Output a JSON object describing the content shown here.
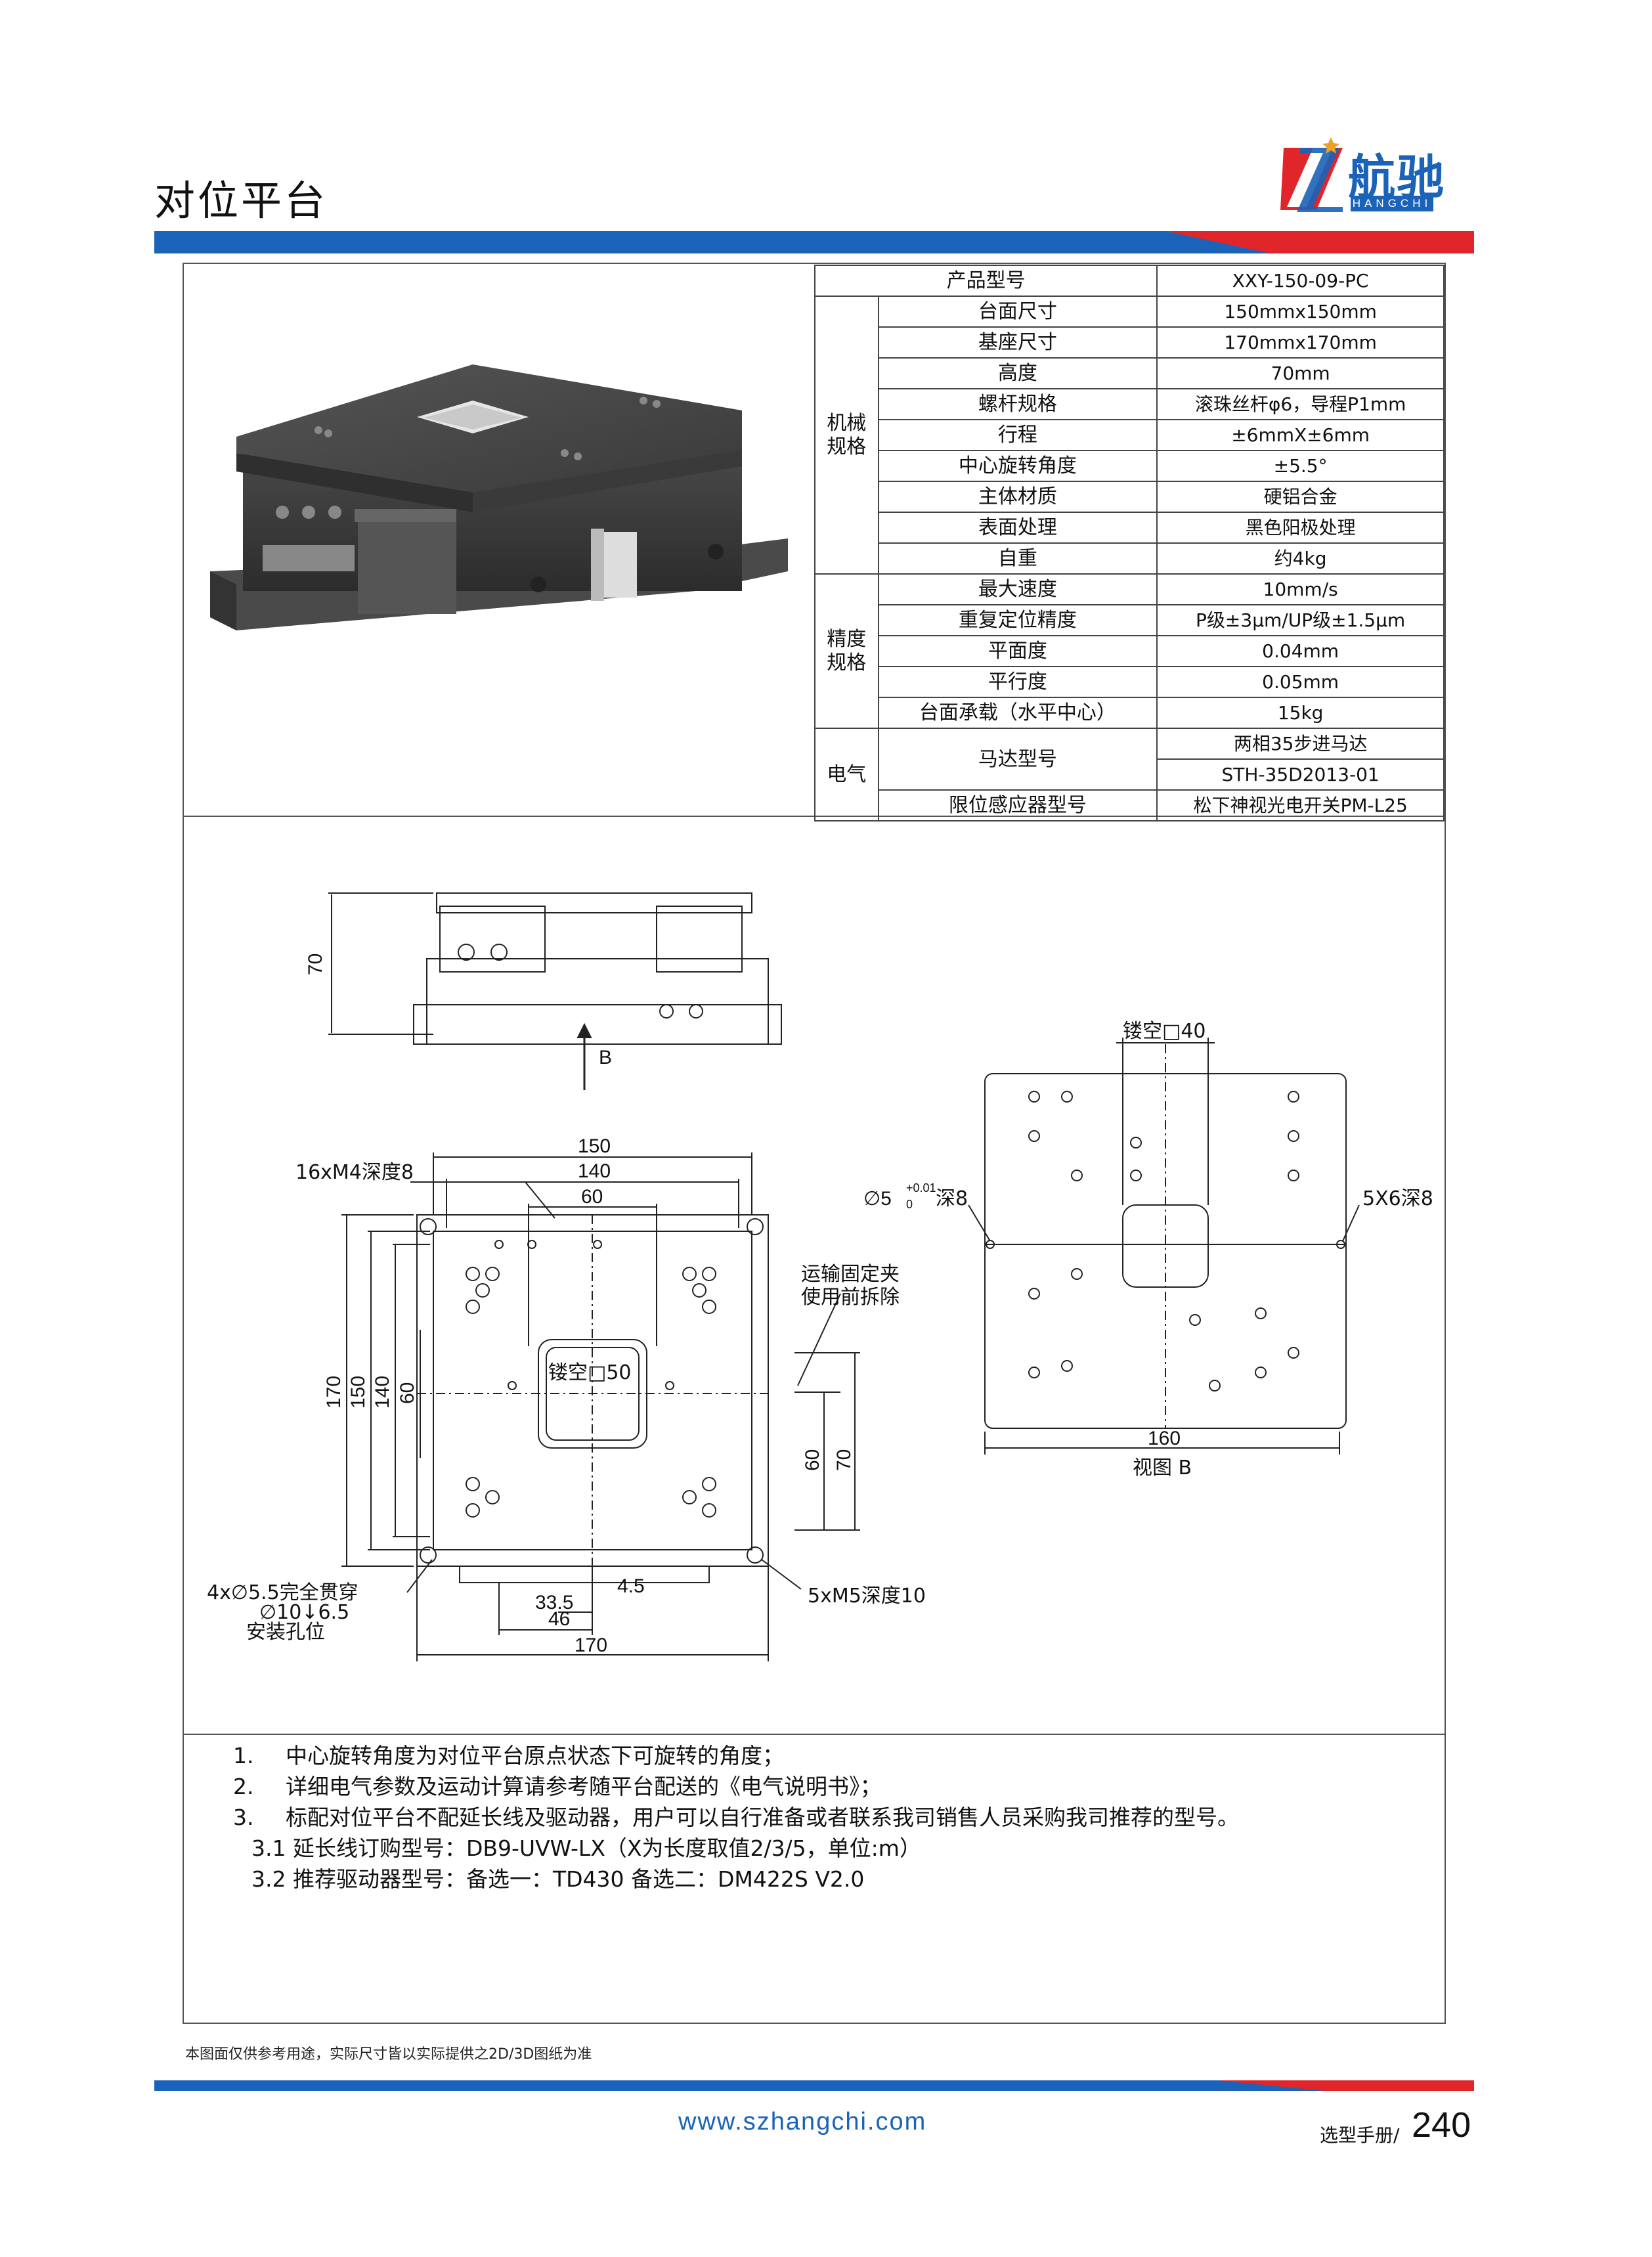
{
  "header": {
    "title": "对位平台",
    "brand_cn": "航驰",
    "brand_en": "HANGCHI"
  },
  "spec_table": {
    "header": {
      "label": "产品型号",
      "value": "XXY-150-09-PC"
    },
    "groups": [
      {
        "name": "机械\n规格",
        "rows": [
          {
            "param": "台面尺寸",
            "value": "150mmx150mm"
          },
          {
            "param": "基座尺寸",
            "value": "170mmx170mm"
          },
          {
            "param": "高度",
            "value": "70mm"
          },
          {
            "param": "螺杆规格",
            "value": "滚珠丝杆φ6，导程P1mm"
          },
          {
            "param": "行程",
            "value": "±6mmX±6mm"
          },
          {
            "param": "中心旋转角度",
            "value": "±5.5°"
          },
          {
            "param": "主体材质",
            "value": "硬铝合金"
          },
          {
            "param": "表面处理",
            "value": "黑色阳极处理"
          },
          {
            "param": "自重",
            "value": "约4kg"
          }
        ]
      },
      {
        "name": "精度\n规格",
        "rows": [
          {
            "param": "最大速度",
            "value": "10mm/s"
          },
          {
            "param": "重复定位精度",
            "value": "P级±3μm/UP级±1.5μm"
          },
          {
            "param": "平面度",
            "value": "0.04mm"
          },
          {
            "param": "平行度",
            "value": "0.05mm"
          },
          {
            "param": "台面承载（水平中心）",
            "value": "15kg"
          }
        ]
      },
      {
        "name": "电气",
        "rows": [
          {
            "param": "马达型号",
            "value": "两相35步进马达",
            "value2": "STH-35D2013-01"
          },
          {
            "param": "限位感应器型号",
            "value": "松下神视光电开关PM-L25"
          }
        ]
      }
    ]
  },
  "drawing": {
    "dim_70": "70",
    "arrow_b": "B",
    "tap_label": "16xM4深度8",
    "dim_150_top": "150",
    "dim_140_top": "140",
    "dim_60_top": "60",
    "dim_170_v": "170",
    "dim_150_v": "150",
    "dim_140_v": "140",
    "dim_60_v": "60",
    "hollow_center": "镂空□50",
    "clip_note_1": "运输固定夹",
    "clip_note_2": "使用前拆除",
    "dim_60_right": "60",
    "dim_70_right": "70",
    "m5_label": "5xM5深度10",
    "mount_1": "4x∅5.5完全贯穿",
    "mount_2": "∅10↓6.5",
    "mount_3": "安装孔位",
    "dim_33_5": "33.5",
    "dim_4_5": "4.5",
    "dim_46": "46",
    "dim_170_bottom": "170",
    "view_hollow": "镂空□40",
    "pin_hole": "∅5",
    "pin_tol_plus": "+0.01",
    "pin_tol_zero": "0",
    "pin_depth": "深8",
    "side_holes": "5X6深8",
    "dim_160": "160",
    "view_label": "视图 B"
  },
  "notes": [
    {
      "num": "1.",
      "text": "中心旋转角度为对位平台原点状态下可旋转的角度；"
    },
    {
      "num": "2.",
      "text": "详细电气参数及运动计算请参考随平台配送的《电气说明书》；"
    },
    {
      "num": "3.",
      "text": "标配对位平台不配延长线及驱动器，用户可以自行准备或者联系我司销售人员采购我司推荐的型号。"
    }
  ],
  "subnotes": [
    "3.1 延长线订购型号：DB9-UVW-LX（X为长度取值2/3/5，单位:m）",
    "3.2 推荐驱动器型号：备选一：TD430  备选二：DM422S V2.0"
  ],
  "footer": {
    "disclaimer": "本图面仅供参考用途，实际尺寸皆以实际提供之2D/3D图纸为准",
    "website": "www.szhangchi.com",
    "page_label": "选型手册/",
    "page_number": "240"
  },
  "colors": {
    "brand_blue": "#1a63b8",
    "brand_red": "#e0262b"
  }
}
